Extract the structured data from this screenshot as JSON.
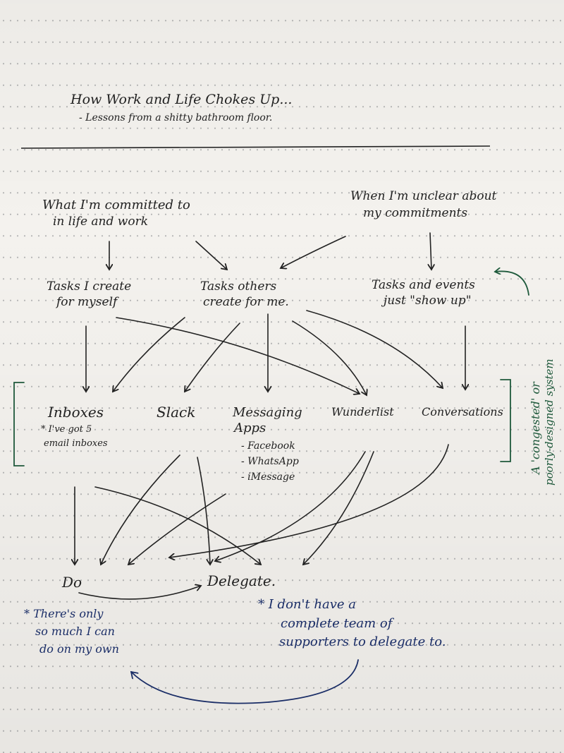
{
  "title": "How Work and Life Chokes Up...",
  "subtitle": "- Lessons from a shitty bathroom floor.",
  "sources": {
    "committed_line1": "What I'm committed to",
    "committed_line2": "in life and work",
    "unclear_line1": "When I'm unclear about",
    "unclear_line2": "my commitments"
  },
  "tasks": {
    "self_line1": "Tasks I create",
    "self_line2": "for myself",
    "others_line1": "Tasks others",
    "others_line2": "create for me.",
    "events_line1": "Tasks and events",
    "events_line2": "just \"show up\""
  },
  "channels": {
    "inboxes": "Inboxes",
    "inboxes_note_line1": "* I've got 5",
    "inboxes_note_line2": "email inboxes",
    "slack": "Slack",
    "messaging_line1": "Messaging",
    "messaging_line2": "Apps",
    "messaging_items": [
      "- Facebook",
      "- WhatsApp",
      "- iMessage"
    ],
    "wunderlist": "Wunderlist",
    "conversations": "Conversations"
  },
  "system_note_line1": "A 'congested' or",
  "system_note_line2": "poorly-designed system",
  "outcomes": {
    "do": "Do",
    "delegate": "Delegate."
  },
  "notes": {
    "do_line1": "* There's only",
    "do_line2": "so much I can",
    "do_line3": "do on my own",
    "delegate_line1": "* I don't have a",
    "delegate_line2": "complete team of",
    "delegate_line3": "supporters to delegate to."
  },
  "colors": {
    "ink": "#222222",
    "blue_ink": "#1b2f6b",
    "green_ink": "#1f5a3c",
    "paper": "#f4f2ee"
  }
}
